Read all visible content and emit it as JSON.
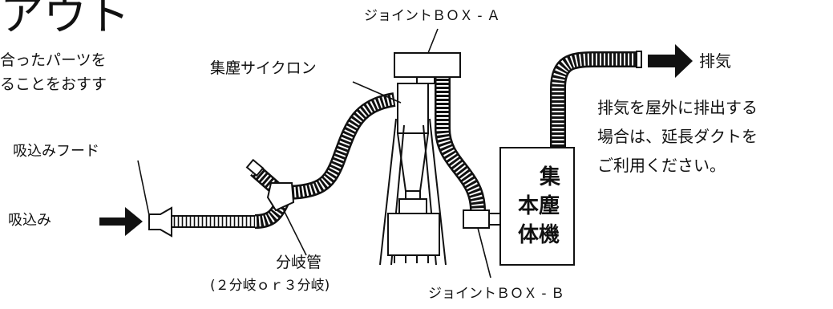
{
  "heading_fragment": "アウト",
  "intro_line1": "合ったパーツを",
  "intro_line2": "ることをおすす",
  "labels": {
    "joint_box_a": "ジョイントＢＯＸ - Ａ",
    "cyclone": "集塵サイクロン",
    "exhaust": "排気",
    "exhaust_note_line1": "排気を屋外に排出する",
    "exhaust_note_line2": "場合は、延長ダクトを",
    "exhaust_note_line3": "ご利用ください。",
    "suction_hood": "吸込みフード",
    "suction": "吸込み",
    "branch_pipe": "分岐管",
    "branch_pipe_sub": "(２分岐ｏｒ３分岐)",
    "joint_box_b": "ジョイントＢＯＸ - Ｂ",
    "collector_1": "集",
    "collector_2": "本塵",
    "collector_3": "体機"
  },
  "colors": {
    "ink": "#111111",
    "paper": "#ffffff"
  }
}
